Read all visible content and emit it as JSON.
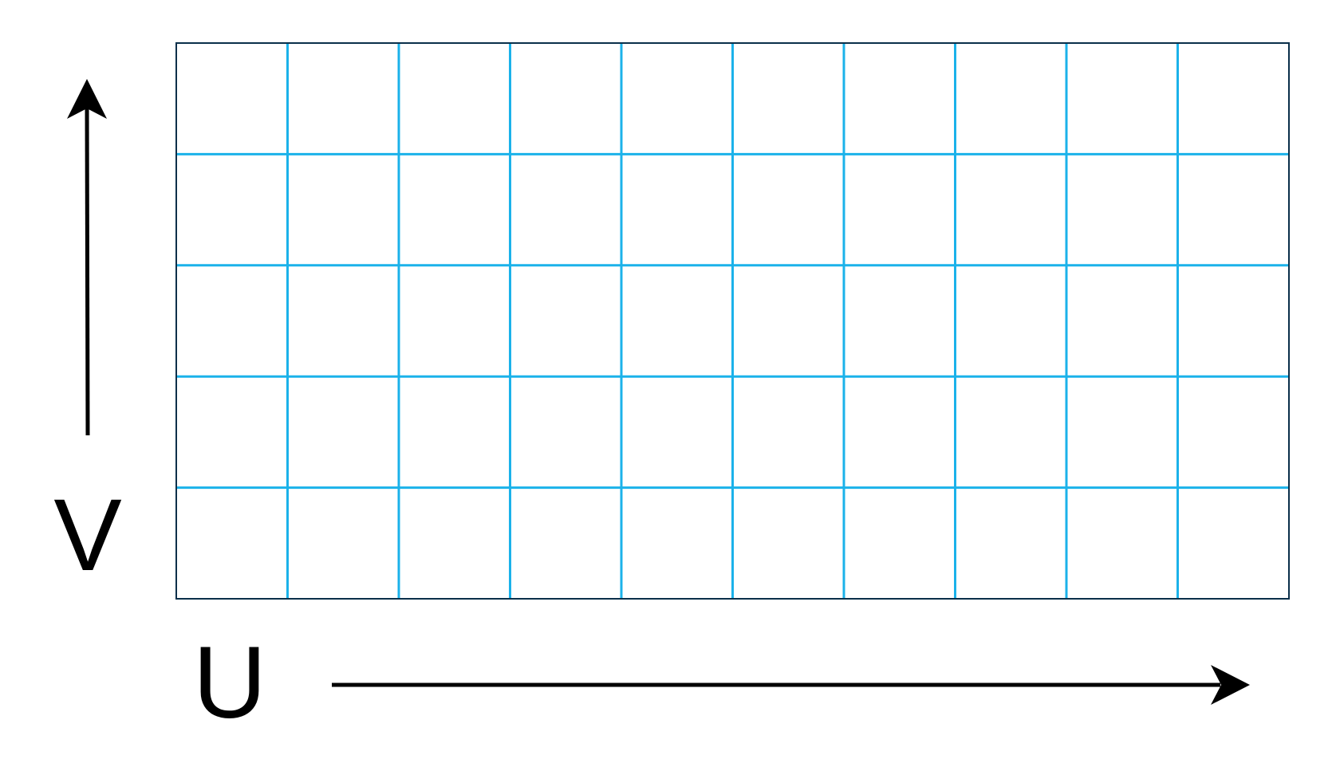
{
  "grid": {
    "columns": 10,
    "rows": 5,
    "line_color": "#1BB2EA",
    "border_color": "#0A2F4A"
  },
  "axes": {
    "u_label": "U",
    "v_label": "V",
    "arrow_color": "#000000"
  }
}
